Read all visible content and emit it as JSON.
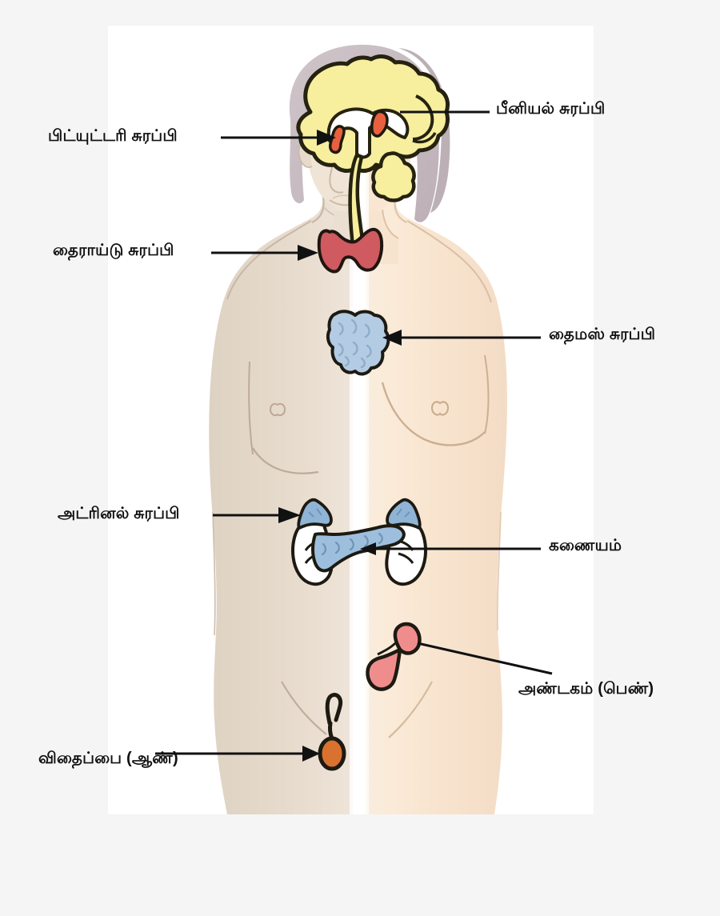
{
  "page": {
    "background_color": "#f5f5f5",
    "panel_color": "#ffffff",
    "title": "Endocrine system diagram (Tamil)"
  },
  "colors": {
    "brain": "#f7ee9e",
    "brain_outline": "#1d1a0d",
    "pituitary": "#e8603f",
    "pineal": "#e8603f",
    "thyroid": "#cf5a60",
    "thymus": "#b3cbe3",
    "adrenal": "#8fb4d6",
    "pancreas": "#9dbfdd",
    "kidney": "#ffffff",
    "ovary": "#ef8d8d",
    "testis": "#d9722f",
    "skin_male": "#e6dbcd",
    "skin_female": "#f7e3cf",
    "hair": "#c9bec3",
    "leader_line": "#111111",
    "label_text": "#111111"
  },
  "labels": [
    {
      "id": "pituitary",
      "text": "பிட்யுட்டரி சுரப்பி",
      "organ": "pituitary-gland",
      "side": "left",
      "leader": "arrow"
    },
    {
      "id": "pineal",
      "text": "பீனியல் சுரப்பி",
      "organ": "pineal-gland",
      "side": "right",
      "leader": "plain-line"
    },
    {
      "id": "thyroid",
      "text": "தைராய்டு சுரப்பி",
      "organ": "thyroid-gland",
      "side": "left",
      "leader": "arrow"
    },
    {
      "id": "thymus",
      "text": "தைமஸ் சுரப்பி",
      "organ": "thymus-gland",
      "side": "right",
      "leader": "arrow"
    },
    {
      "id": "adrenal",
      "text": "அட்ரினல் சுரப்பி",
      "organ": "adrenal-gland",
      "side": "left",
      "leader": "arrow"
    },
    {
      "id": "pancreas",
      "text": "கணையம்",
      "organ": "pancreas",
      "side": "right",
      "leader": "plain-line"
    },
    {
      "id": "ovary",
      "text": "அண்டகம் (பெண்)",
      "organ": "ovary",
      "side": "right",
      "leader": "diagonal-line"
    },
    {
      "id": "testes",
      "text": "விதைப்பை (ஆண்)",
      "organ": "testis",
      "side": "left",
      "leader": "arrow"
    }
  ],
  "figure": {
    "description": "Half-male half-female human torso with endocrine organs",
    "left_half": "male",
    "right_half": "female"
  }
}
